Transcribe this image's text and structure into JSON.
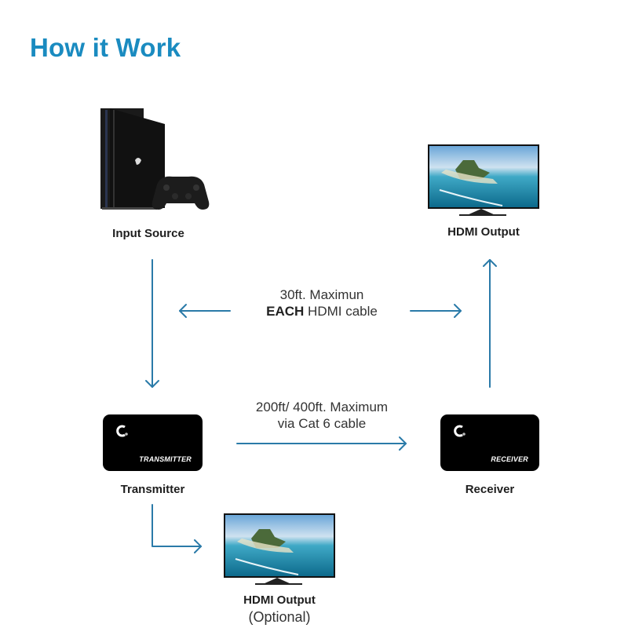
{
  "title": "How it Work",
  "nodes": {
    "input_source": {
      "label": "Input Source",
      "icon": "game-console-icon"
    },
    "hdmi_output_main": {
      "label": "HDMI Output",
      "icon": "tv-icon"
    },
    "transmitter": {
      "label": "Transmitter",
      "box_text": "TRANSMITTER",
      "icon": "extender-box-icon"
    },
    "receiver": {
      "label": "Receiver",
      "box_text": "RECEIVER",
      "icon": "extender-box-icon"
    },
    "hdmi_output_optional": {
      "label": "HDMI Output",
      "sublabel": "(Optional)",
      "icon": "tv-icon"
    }
  },
  "notes": {
    "hdmi_cable_line1": "30ft. Maximun",
    "hdmi_cable_bold": "EACH",
    "hdmi_cable_rest": " HDMI cable",
    "cat6_line1": "200ft/ 400ft. Maximum",
    "cat6_line2": "via Cat 6 cable"
  },
  "colors": {
    "accent": "#1a8bc0",
    "arrow": "#2a7aa8",
    "box": "#000000"
  }
}
